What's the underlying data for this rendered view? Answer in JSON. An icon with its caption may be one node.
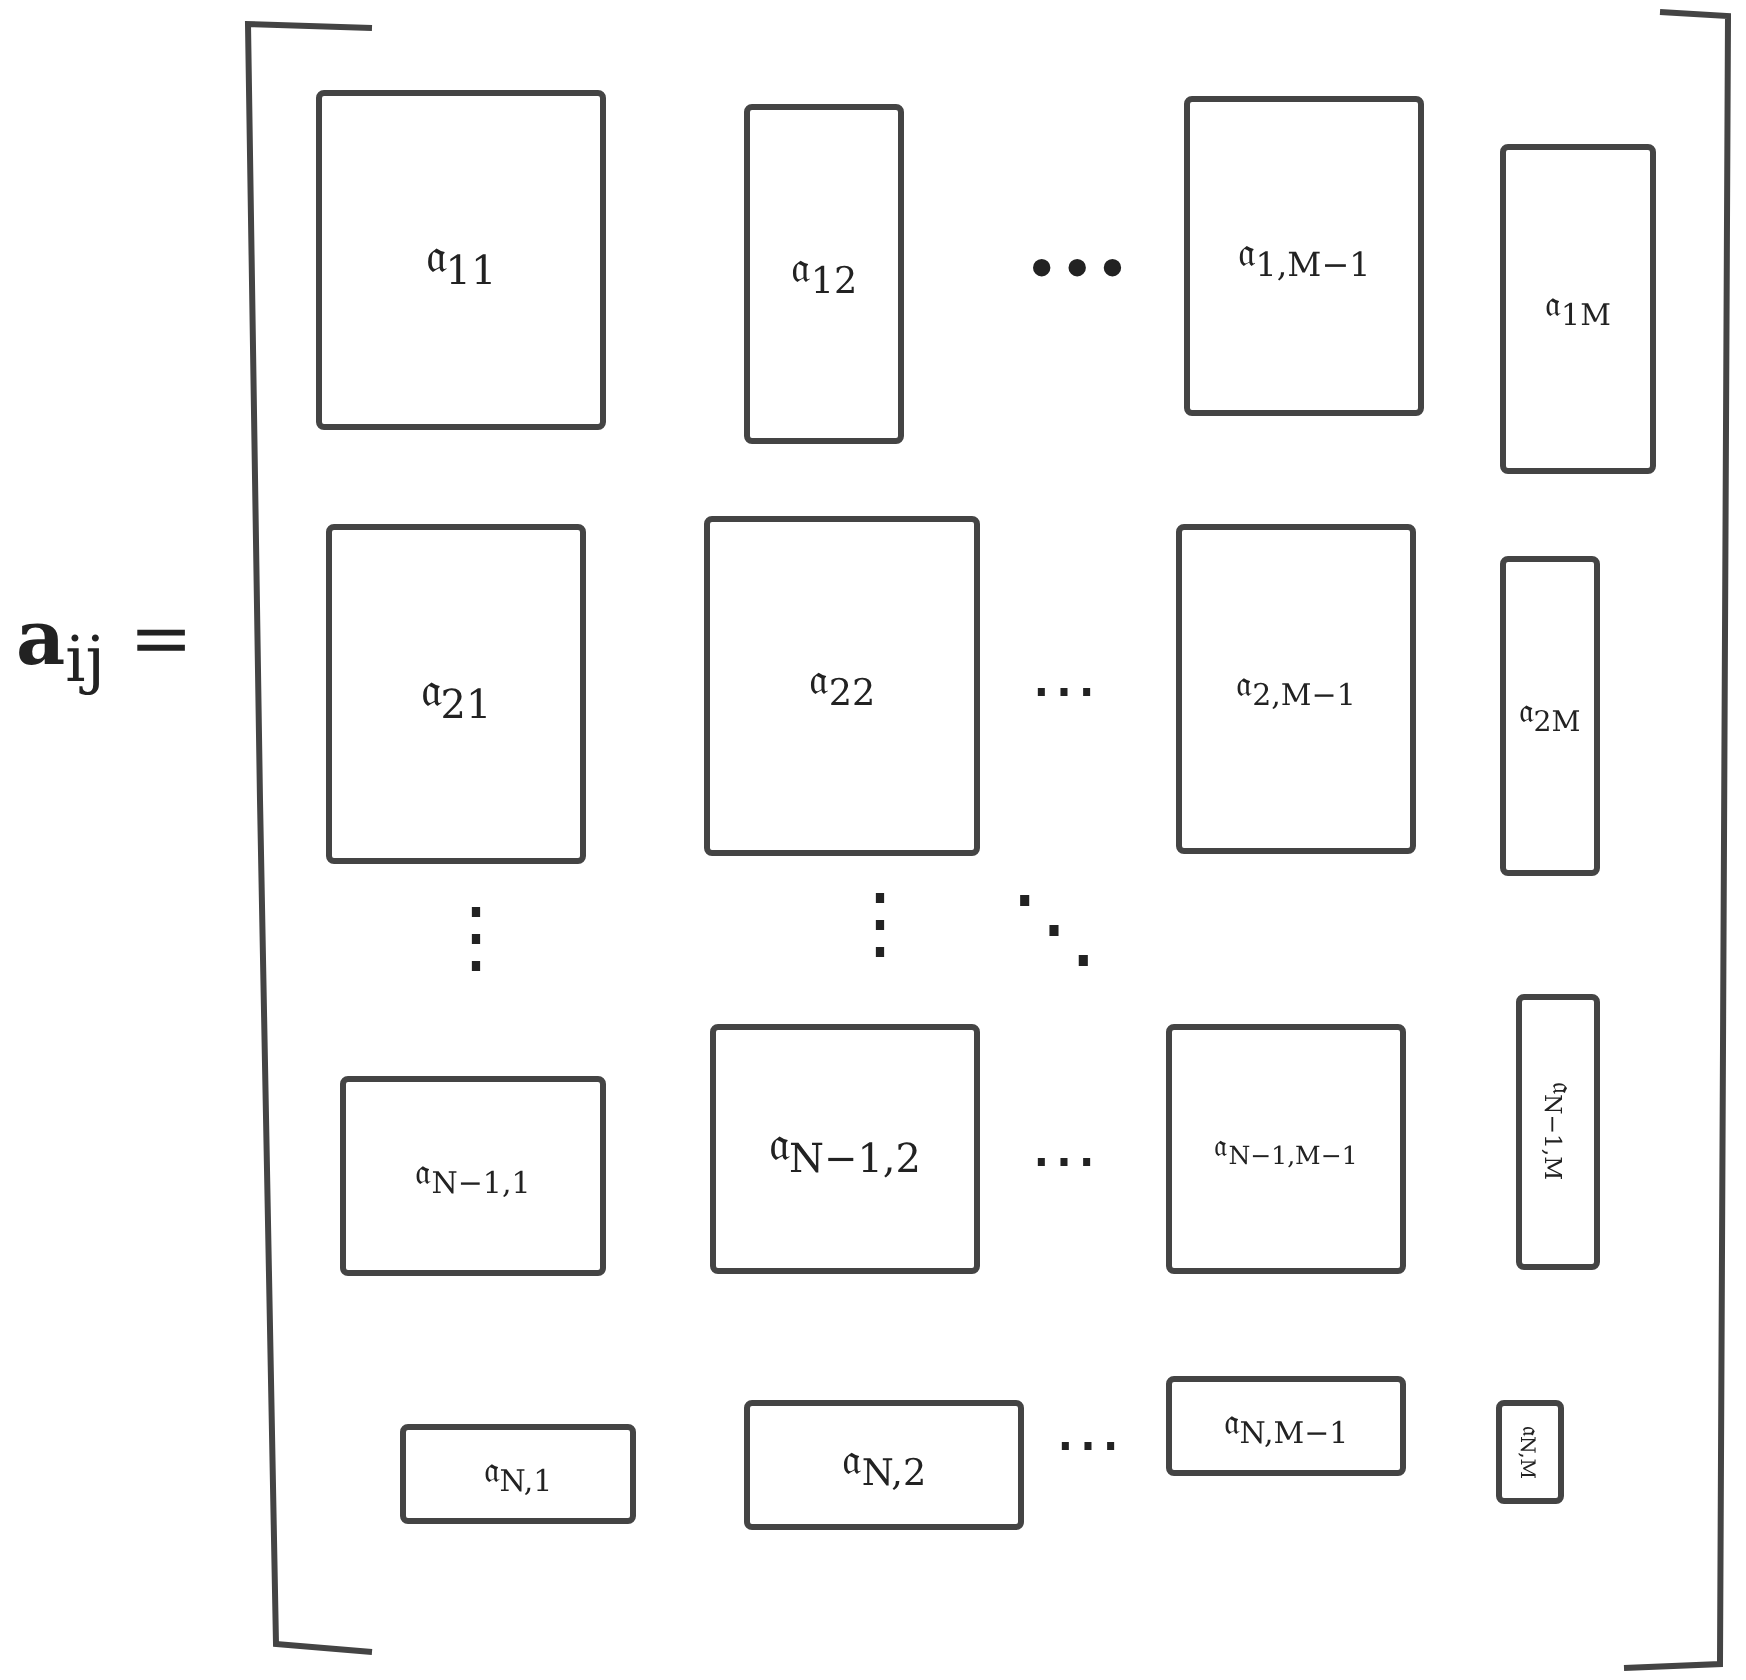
{
  "diagram": {
    "nodes": [
      {
        "text": [
          "𝔞$_{11}$"
        ]
      },
      {
        "text": [
          "𝔞$_{12}$"
        ]
      },
      {
        "text": [
          "𝔞$_{1,M−1}$"
        ]
      },
      {
        "text": [
          "𝔞$_{1M}$"
        ]
      },
      {
        "text": [
          "𝔞$_{21}$"
        ]
      },
      {
        "text": [
          "𝔞$_{22}$"
        ]
      },
      {
        "text": [
          "𝔞$_{2,M−1}$"
        ]
      },
      {
        "text": [
          "𝔞$_{2M}$"
        ]
      },
      {
        "text": [
          "𝔞$_{N−1,1}$"
        ]
      },
      {
        "text": [
          "𝔞$_{N−1,2}$"
        ]
      },
      {
        "text": [
          "𝔞$_{N−1,M−1}$"
        ]
      },
      {
        "text": [
          "𝔞$_{N−1,M}$"
        ]
      },
      {
        "text": [
          "𝔞$_{N,1}$"
        ]
      },
      {
        "text": [
          "𝔞$_{N,2}$"
        ]
      },
      {
        "text": [
          "𝔞$_{N,M−1}$"
        ]
      },
      {
        "text": [
          "𝔞$_{N,M}$"
        ]
      }
    ],
    "edges": [],
    "labels": [
      "**a**$_{ij}$ =",
      "•••",
      "⋯",
      "⋮",
      "⋮",
      "⋱",
      "⋯",
      "⋯"
    ]
  }
}
